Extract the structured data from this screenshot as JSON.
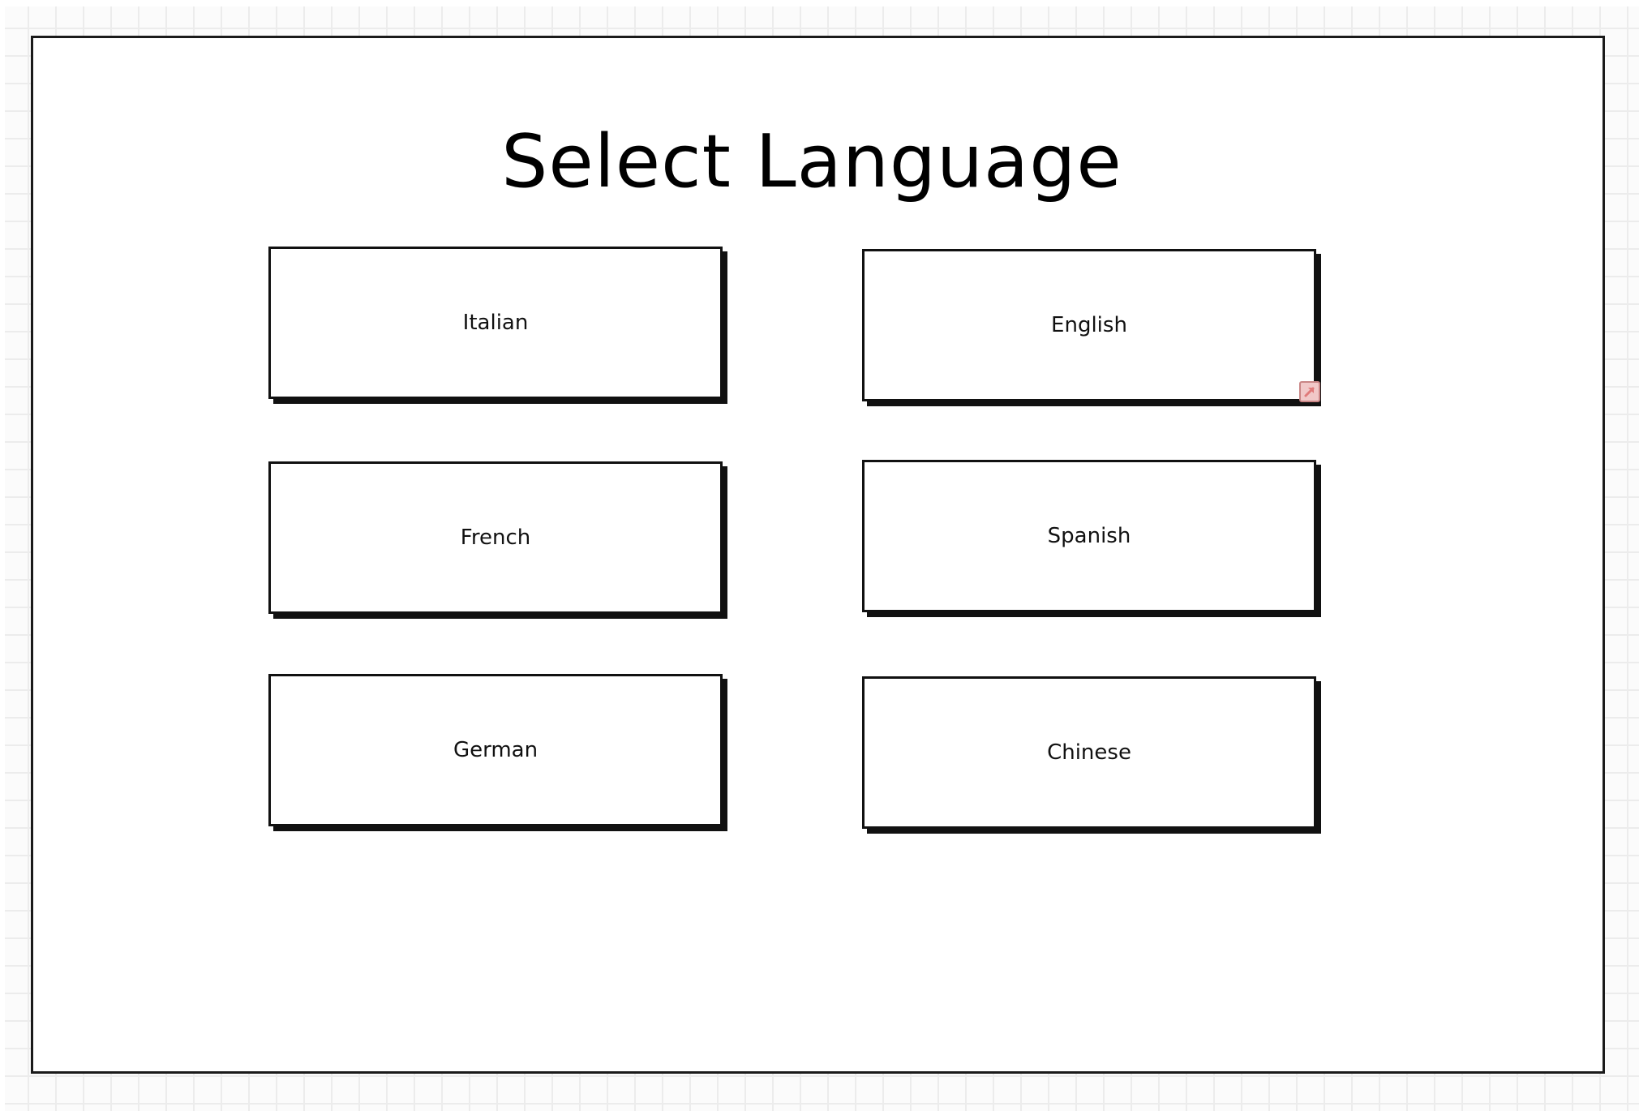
{
  "screen": {
    "title": "Select Language"
  },
  "languages": {
    "italian": "Italian",
    "english": "English",
    "french": "French",
    "spanish": "Spanish",
    "german": "German",
    "chinese": "Chinese"
  },
  "icons": {
    "link": "link-arrow-icon"
  },
  "colors": {
    "border": "#111111",
    "background": "#ffffff",
    "grid": "#ececec",
    "link_icon": "#e07a7a"
  }
}
